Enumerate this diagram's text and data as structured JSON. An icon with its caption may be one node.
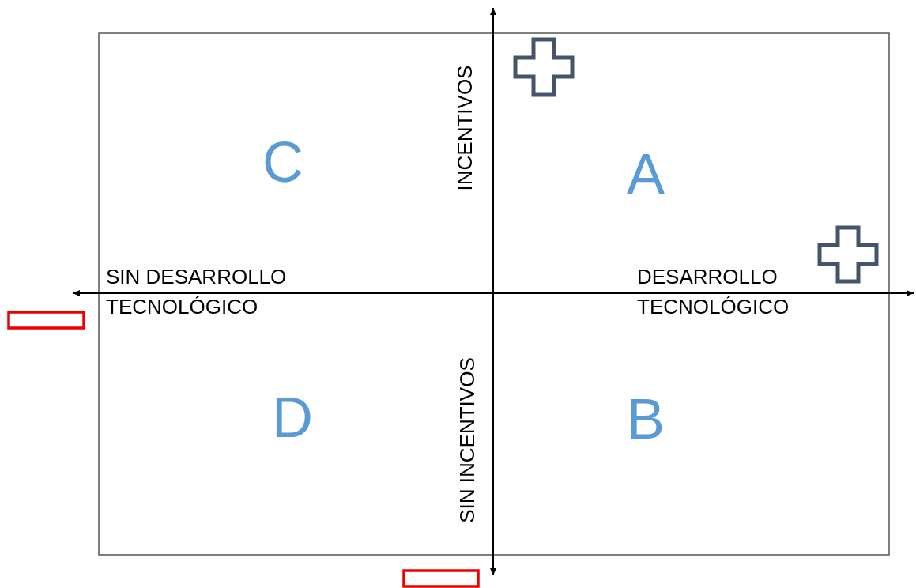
{
  "diagram": {
    "labels": [
      "INCENTIVOS",
      "C",
      "A",
      "SIN DESARROLLO TECNOLÓGICO",
      "DESARROLLO TECNOLÓGICO",
      "D",
      "B",
      "SIN INCENTIVOS"
    ]
  }
}
